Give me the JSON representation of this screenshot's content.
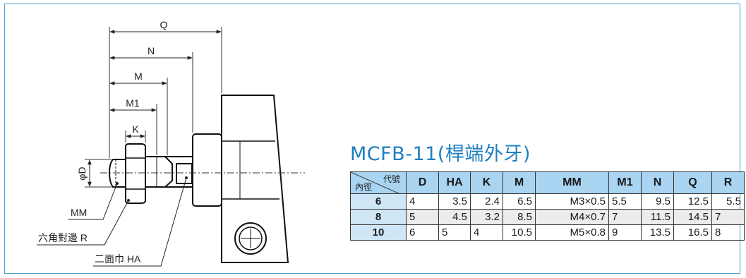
{
  "title": "MCFB-11(桿端外牙)",
  "drawing": {
    "dim_labels": {
      "Q": "Q",
      "N": "N",
      "M": "M",
      "M1": "M1",
      "K": "K",
      "D": "φD"
    },
    "callouts": {
      "mm": "MM",
      "hex": "六角對邊 R",
      "flats": "二面巾 HA"
    }
  },
  "table": {
    "corner_top": "代號",
    "corner_bottom": "內徑",
    "columns": [
      "D",
      "HA",
      "K",
      "M",
      "MM",
      "M1",
      "N",
      "Q",
      "R"
    ],
    "rows": [
      {
        "bore": "6",
        "cells": [
          "4",
          "3.5",
          "2.4",
          "6.5",
          "M3×0.5",
          "5.5",
          "9.5",
          "12.5",
          "5.5"
        ]
      },
      {
        "bore": "8",
        "cells": [
          "5",
          "4.5",
          "3.2",
          "8.5",
          "M4×0.7",
          "7",
          "11.5",
          "14.5",
          "7"
        ]
      },
      {
        "bore": "10",
        "cells": [
          "6",
          "5",
          "4",
          "10.5",
          "M5×0.8",
          "9",
          "13.5",
          "16.5",
          "8"
        ]
      }
    ]
  },
  "colors": {
    "frame": "#4a9fd0",
    "title": "#1d7fbf",
    "header": "#a9d4f2",
    "rowhead": "#cfe6f7",
    "shade": "#ececec"
  }
}
